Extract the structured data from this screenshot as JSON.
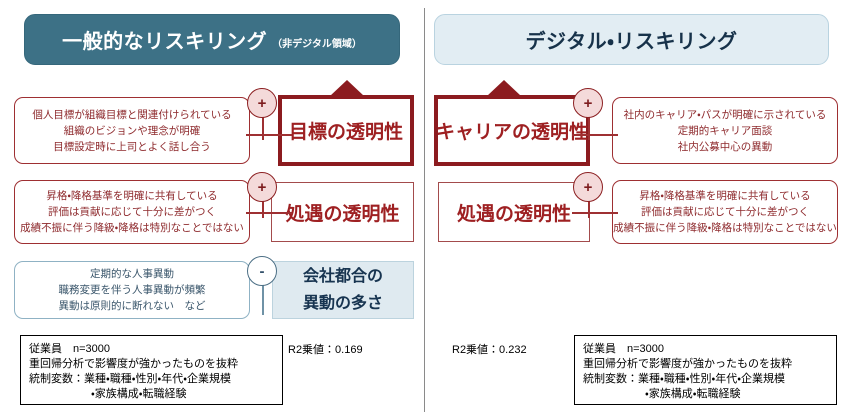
{
  "colors": {
    "left_banner_bg": "#3d7186",
    "right_banner_bg": "#e2edf3",
    "accent_red": "#9e2022",
    "strong_red_border": "#8c1b1f",
    "steel_blue": "#4c6f85",
    "divider_gray": "#8a8a8a"
  },
  "left": {
    "banner": {
      "main": "一般的なリスキリング",
      "sub": "（非デジタル領域）"
    },
    "items": [
      {
        "sign": "+",
        "sign_type": "plus",
        "factor": "目標の透明性",
        "emphasis": "strong",
        "arrow": "up",
        "details": [
          "個人目標が組織目標と関連付けられている",
          "組織のビジョンや理念が明確",
          "目標設定時に上司とよく話し合う"
        ]
      },
      {
        "sign": "+",
        "sign_type": "plus",
        "factor": "処遇の透明性",
        "emphasis": "normal",
        "arrow": "none",
        "details": [
          "昇格・降格基準を明確に共有している",
          "評価は貢献に応じて十分に差がつく",
          "成績不振に伴う降級・降格は特別なことではない"
        ]
      },
      {
        "sign": "-",
        "sign_type": "minus",
        "factor_lines": [
          "会社都合の",
          "異動の多さ"
        ],
        "emphasis": "blue",
        "arrow": "none",
        "details": [
          "定期的な人事異動",
          "職務変更を伴う人事異動が頻繁",
          "異動は原則的に断れない　など"
        ]
      }
    ],
    "r2_label": "R2乗値：0.169",
    "note": [
      "従業員　n=3000",
      "重回帰分析で影響度が強かったものを抜粋",
      "統制変数：業種・職種・性別・年代・企業規模",
      "・家族構成・転職経験"
    ]
  },
  "right": {
    "banner": {
      "main": "デジタル・リスキリング",
      "sub": ""
    },
    "items": [
      {
        "sign": "+",
        "sign_type": "plus",
        "factor": "キャリアの透明性",
        "emphasis": "strong",
        "arrow": "up",
        "details": [
          "社内のキャリア・パスが明確に示されている",
          "定期的キャリア面談",
          "社内公募中心の異動"
        ]
      },
      {
        "sign": "+",
        "sign_type": "plus",
        "factor": "処遇の透明性",
        "emphasis": "normal",
        "arrow": "none",
        "details": [
          "昇格・降格基準を明確に共有している",
          "評価は貢献に応じて十分に差がつく",
          "成績不振に伴う降級・降格は特別なことではない"
        ]
      }
    ],
    "r2_label": "R2乗値：0.232",
    "note": [
      "従業員　n=3000",
      "重回帰分析で影響度が強かったものを抜粋",
      "統制変数：業種・職種・性別・年代・企業規模",
      "・家族構成・転職経験"
    ]
  }
}
